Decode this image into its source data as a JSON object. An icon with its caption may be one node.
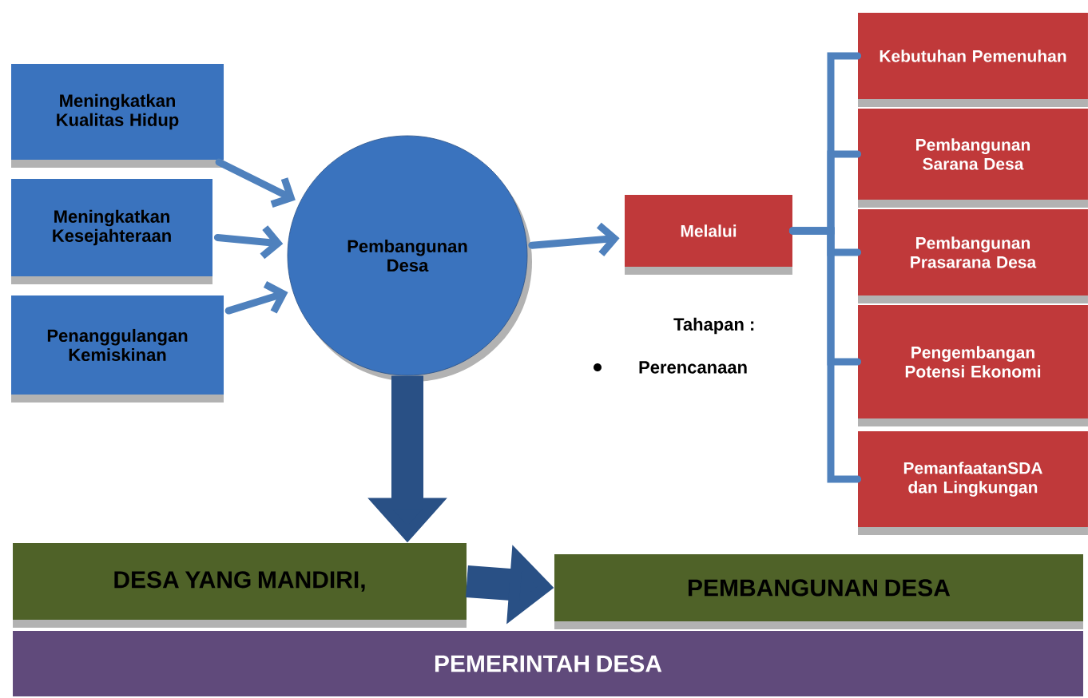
{
  "diagram": {
    "nodes": [
      {
        "text": [
          "Meningkatkan Kualitas Hidup"
        ]
      },
      {
        "text": [
          "Meningkatkan Kesejahteraan"
        ]
      },
      {
        "text": [
          "Penanggulangan Kemiskinan"
        ]
      },
      {
        "text": [
          "Pembangunan Desa"
        ]
      },
      {
        "text": [
          "Melalui"
        ]
      },
      {
        "text": [
          "Kebutuhan Pemenuhan"
        ]
      },
      {
        "text": [
          "Pembangunan Sarana Desa"
        ]
      },
      {
        "text": [
          "Pembangunan Prasarana Desa"
        ]
      },
      {
        "text": [
          "Pengembangan Potensi Ekonomi"
        ]
      },
      {
        "text": [
          "PemanfaatanSDA dan Lingkungan"
        ]
      },
      {
        "text": [
          "DESA YANG MANDIRI,"
        ]
      },
      {
        "text": [
          "PEMBANGUNAN DESA"
        ]
      },
      {
        "text": [
          "PEMERINTAH DESA"
        ]
      }
    ],
    "edges": [
      {
        "from": 0,
        "to": 3,
        "arrow": "to"
      },
      {
        "from": 1,
        "to": 3,
        "arrow": "to"
      },
      {
        "from": 2,
        "to": 3,
        "arrow": "to"
      },
      {
        "from": 3,
        "to": 4,
        "arrow": "to"
      },
      {
        "from": 4,
        "to": 5,
        "arrow": "none"
      },
      {
        "from": 4,
        "to": 6,
        "arrow": "none"
      },
      {
        "from": 4,
        "to": 7,
        "arrow": "none"
      },
      {
        "from": 4,
        "to": 8,
        "arrow": "none"
      },
      {
        "from": 4,
        "to": 9,
        "arrow": "none"
      },
      {
        "from": 3,
        "to": 10,
        "arrow": "to",
        "style": "thick"
      },
      {
        "from": 10,
        "to": 11,
        "arrow": "to",
        "style": "thick"
      }
    ],
    "labels": [
      "Tahapan :",
      "Perencanaan"
    ]
  }
}
